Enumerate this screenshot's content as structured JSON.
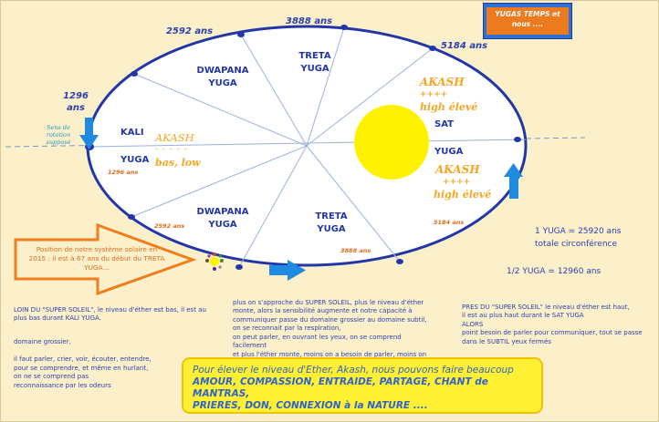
{
  "title": "YUGAS TEMPS et nous ....",
  "top_labels": {
    "yrs_2592": "2592 ans",
    "yrs_3888": "3888 ans",
    "yrs_5184": "5184 ans",
    "yrs_1296_left": "1296 ans"
  },
  "rotation_note": "Sens de rotation supposé",
  "sectors": {
    "kali": "KALI",
    "kali_yuga": "YUGA",
    "dwapana_top": "DWAPANA YUGA",
    "treta_top": "TRETA YUGA",
    "sat": "SAT",
    "sat_yuga": "YUGA",
    "dwapana_bottom": "DWAPANA YUGA",
    "treta_bottom": "TRETA YUGA"
  },
  "inner_durations": {
    "kali": "1296 ans",
    "dwapana_bottom": "2592 ans",
    "treta_bottom": "3888 ans",
    "sat": "5184 ans"
  },
  "akash_low": {
    "word": "AKASH",
    "dashes": "- - - - -",
    "desc": "bas, low"
  },
  "akash_high_top": {
    "word": "AKASH",
    "plus": "++++",
    "desc": "high élevé"
  },
  "akash_high_bottom": {
    "word": "AKASH",
    "plus": "++++",
    "desc": "high élevé"
  },
  "position_note": "Position de notre système solaire en 2015 : il est à 67 ans du début du TRETA YUGA…",
  "formulas": {
    "full": "1 YUGA = 25920 ans",
    "full_sub": "totale circonférence",
    "half": "1/2 YUGA = 12960 ans"
  },
  "left_col": {
    "p1": "LOIN DU \"SUPER SOLEIL\", le niveau d'éther est bas, il est au plus bas durant KALI YUGA.",
    "p2": "domaine grossier,",
    "p3": "il faut parler, crier, voir, écouter, entendre,\npour se comprendre, et même en hurlant,\non ne se comprend pas\nreconnaissance par les odeurs"
  },
  "mid_col": {
    "p1": "plus on s'approche du SUPER SOLEIL, plus le niveau d'éther monte, alors la sensibilité augmente et notre capacité à communiquer passe du domaine grossier au domaine subtil,\non se reconnait par la respiration,\non peut parler, en ouvrant les yeux, on se comprend facilement\net plus l'éther monte, moins on a besoin de parler, moins on utilise le  domaine grossier, plus on va dans le subtil"
  },
  "right_col": {
    "p1": "PRES DU \"SUPER SOLEIL\" le niveau d'éther est haut,\nil est au plus haut durant le SAT YUGA\nALORS\npoint besoin de parler pour communiquer, tout se passe dans le SUBTIL yeux fermés"
  },
  "bottom_box": {
    "l1": "Pour élever le niveau d'Ether, Akash, nous pouvons faire beaucoup",
    "l2": "AMOUR, COMPASSION, ENTRAIDE, PARTAGE, CHANT de MANTRAS,",
    "l3": "PRIERES, DON, CONNEXION à la NATURE ...."
  },
  "colors": {
    "background": "#fbf0c9",
    "ellipse_stroke": "#2336a8",
    "sun": "#fff200",
    "akash": "#f5a623",
    "text_blue": "#2b3fb0",
    "orange": "#ec7a1f"
  }
}
